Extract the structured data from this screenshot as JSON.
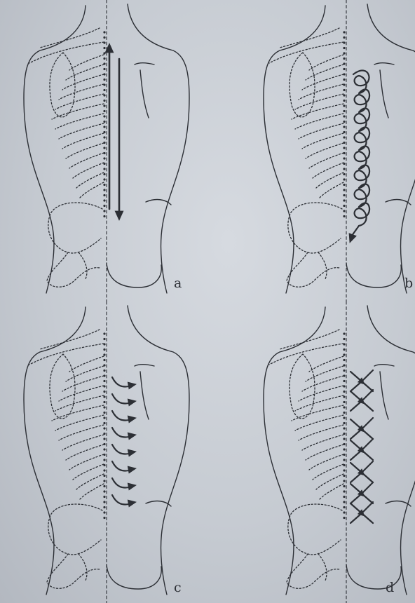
{
  "figure": {
    "panels": [
      {
        "id": "a",
        "label": "a",
        "technique": "long-stroke"
      },
      {
        "id": "b",
        "label": "b",
        "technique": "circular-spiral"
      },
      {
        "id": "c",
        "label": "c",
        "technique": "curved-strokes"
      },
      {
        "id": "d",
        "label": "d",
        "technique": "cross-strokes"
      }
    ],
    "colors": {
      "paper": "#ccd0d7",
      "ink": "#2c2f35"
    }
  }
}
